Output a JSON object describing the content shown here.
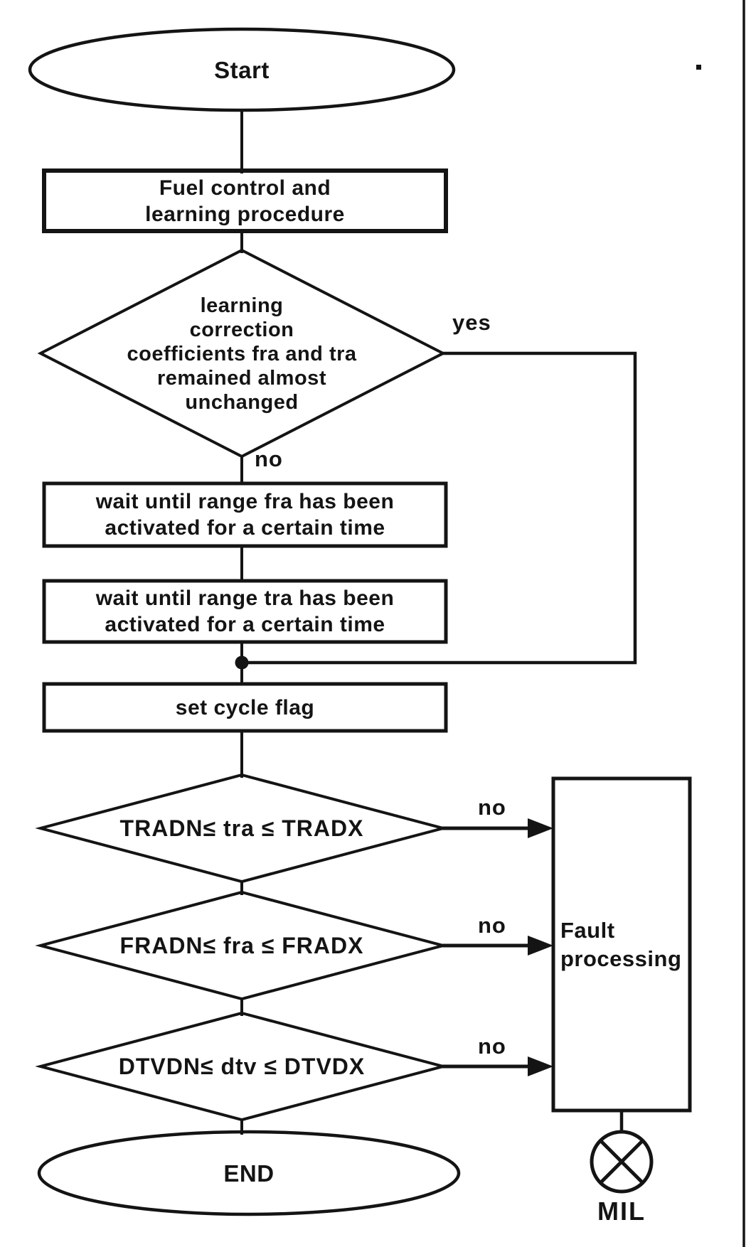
{
  "page": {
    "background": "#ffffff",
    "ink_color": "#141414"
  },
  "flowchart": {
    "start": {
      "label": "Start"
    },
    "fuel_control": {
      "lines": [
        "Fuel control and",
        "learning procedure"
      ]
    },
    "learning_decision": {
      "lines": [
        "learning",
        "correction",
        "coefficients fra and tra",
        "remained almost",
        "unchanged"
      ]
    },
    "branch_labels": {
      "yes": "yes",
      "no": "no"
    },
    "wait_fra": {
      "lines": [
        "wait until range fra has been",
        "activated for a certain time"
      ]
    },
    "wait_tra": {
      "lines": [
        "wait until range tra has been",
        "activated for a certain time"
      ]
    },
    "set_cycle_flag": {
      "label": "set cycle flag"
    },
    "tra_range_decision": {
      "label": "TRADN≤ tra ≤ TRADX"
    },
    "fra_range_decision": {
      "label": "FRADN≤ fra ≤ FRADX"
    },
    "dtv_range_decision": {
      "label": "DTVDN≤ dtv ≤ DTVDX"
    },
    "fault_processing": {
      "lines": [
        "Fault",
        "processing"
      ]
    },
    "mil": {
      "label": "MIL"
    },
    "end": {
      "label": "END"
    }
  }
}
